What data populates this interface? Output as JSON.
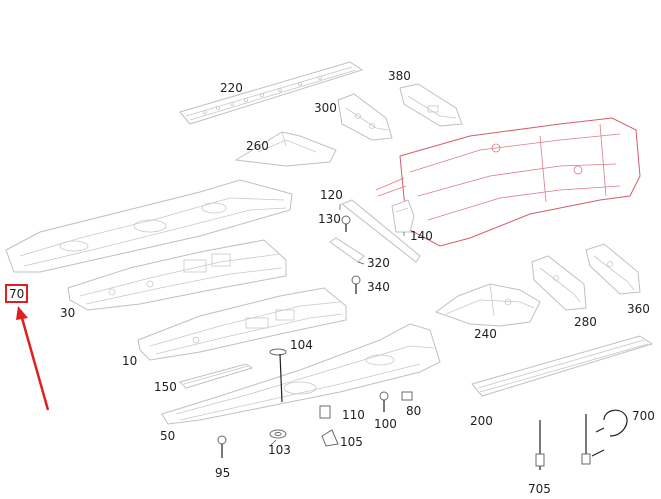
{
  "diagram": {
    "highlight_color": "#e02020",
    "highlighted_part": "70",
    "callouts": {
      "c220": "220",
      "c380": "380",
      "c300": "300",
      "c260": "260",
      "c120": "120",
      "c130": "130",
      "c140": "140",
      "c320": "320",
      "c340": "340",
      "c70": "70",
      "c30": "30",
      "c10": "10",
      "c104": "104",
      "c150": "150",
      "c50": "50",
      "c110": "110",
      "c100": "100",
      "c80": "80",
      "c95": "95",
      "c103": "103",
      "c105": "105",
      "c240": "240",
      "c280": "280",
      "c360": "360",
      "c200": "200",
      "c700": "700",
      "c705": "705"
    }
  }
}
